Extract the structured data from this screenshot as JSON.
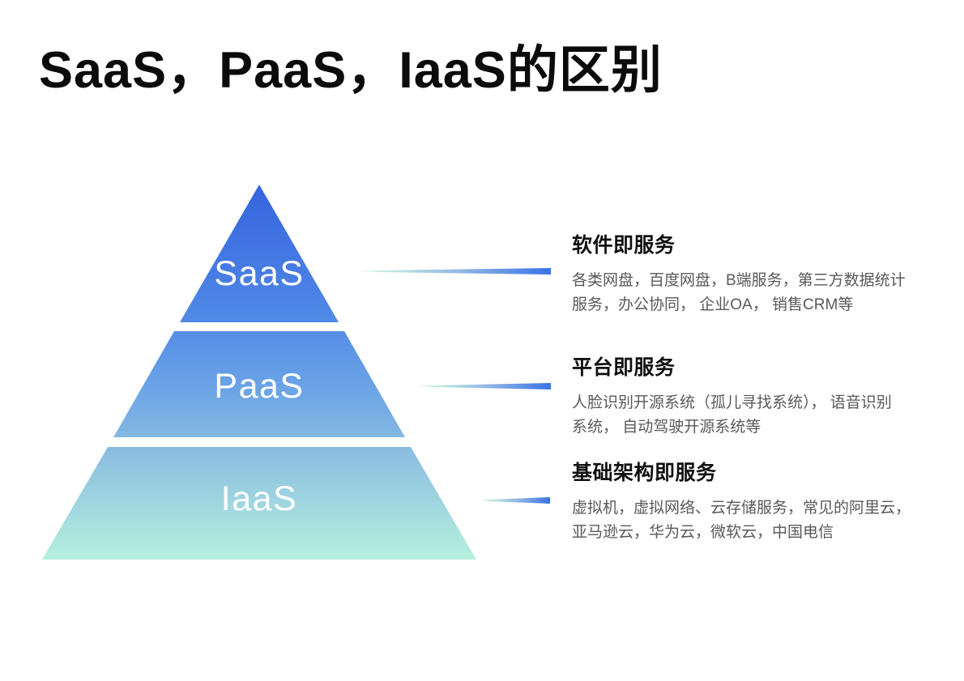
{
  "title": "SaaS，PaaS，IaaS的区别",
  "theme": {
    "background": "#FFFFFF",
    "title-color": "#0B0B0B",
    "heading-color": "#111111",
    "body-color": "#595959",
    "pyramid-label": "#FFFFFF",
    "connector-start": "#C9EDDF",
    "connector-mid": "#8FB4E4",
    "connector-end": "#3873E6"
  },
  "pyramid": {
    "layers": [
      {
        "id": "saas",
        "label": "SaaS"
      },
      {
        "id": "paas",
        "label": "PaaS"
      },
      {
        "id": "iaas",
        "label": "IaaS"
      }
    ],
    "gradient_stops": [
      "#3564DE",
      "#5088E6",
      "#6CA5E6",
      "#8DBFE1",
      "#B5F0DD"
    ]
  },
  "sections": [
    {
      "heading": "软件即服务",
      "body_lines": [
        "各类网盘，百度网盘，B端服务，第三方数据统计",
        "服务，办公协同， 企业OA， 销售CRM等"
      ]
    },
    {
      "heading": "平台即服务",
      "body_lines": [
        "人脸识别开源系统（孤儿寻找系统）， 语音识别",
        "系统， 自动驾驶开源系统等"
      ]
    },
    {
      "heading": "基础架构即服务",
      "body_lines": [
        "虚拟机，虚拟网络、云存储服务，常见的阿里云，",
        "亚马逊云，华为云，微软云，中国电信"
      ]
    }
  ]
}
